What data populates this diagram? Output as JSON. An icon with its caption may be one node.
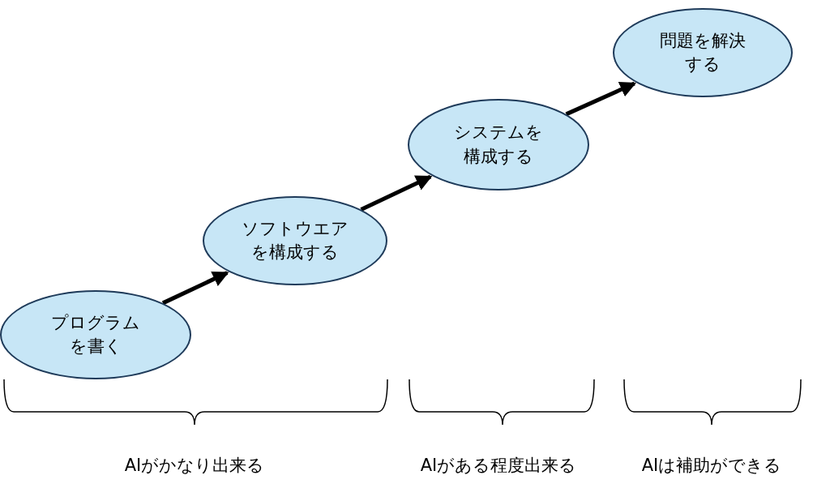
{
  "diagram": {
    "nodes": [
      {
        "text": [
          "プログラムを書く"
        ]
      },
      {
        "text": [
          "ソフトウエアを構成する"
        ]
      },
      {
        "text": [
          "システムを構成する"
        ]
      },
      {
        "text": [
          "問題を解決する"
        ]
      }
    ],
    "edges": [
      {
        "from": 0,
        "to": 1,
        "arrow": "to"
      },
      {
        "from": 1,
        "to": 2,
        "arrow": "to"
      },
      {
        "from": 2,
        "to": 3,
        "arrow": "to"
      }
    ],
    "labels": [
      "AIがかなり出来る",
      "AIがある程度出来る",
      "AIは補助ができる"
    ]
  }
}
